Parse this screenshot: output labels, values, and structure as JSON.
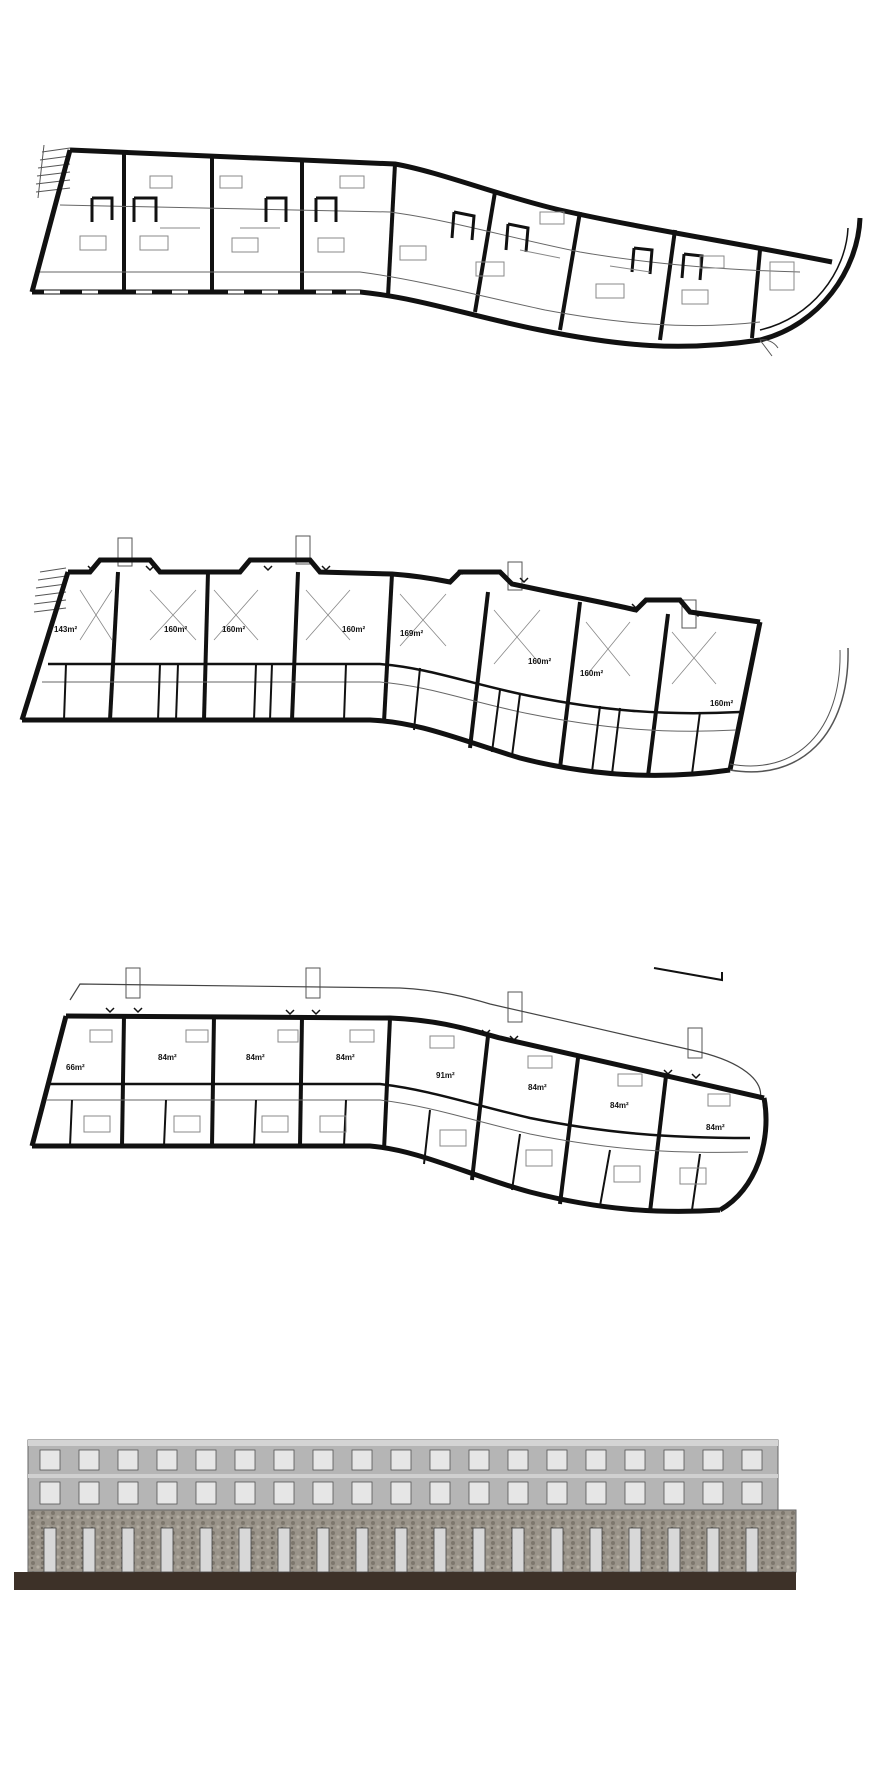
{
  "drawings": [
    {
      "id": "plan-ground",
      "kind": "floor-plan",
      "labels": []
    },
    {
      "id": "plan-first",
      "kind": "floor-plan",
      "labels": [
        "143m²",
        "160m²",
        "160m²",
        "160m²",
        "169m²",
        "160m²",
        "160m²",
        "160m²"
      ]
    },
    {
      "id": "plan-second",
      "kind": "floor-plan",
      "labels": [
        "66m²",
        "84m²",
        "84m²",
        "84m²",
        "91m²",
        "84m²",
        "84m²",
        "84m²"
      ]
    },
    {
      "id": "elevation",
      "kind": "elevation",
      "labels": []
    }
  ],
  "colors": {
    "wall": "#111111",
    "thin_line": "#555555",
    "facade_grey": "#a9a9a9",
    "stone": "#8f8a80",
    "ground": "#3d3128"
  }
}
